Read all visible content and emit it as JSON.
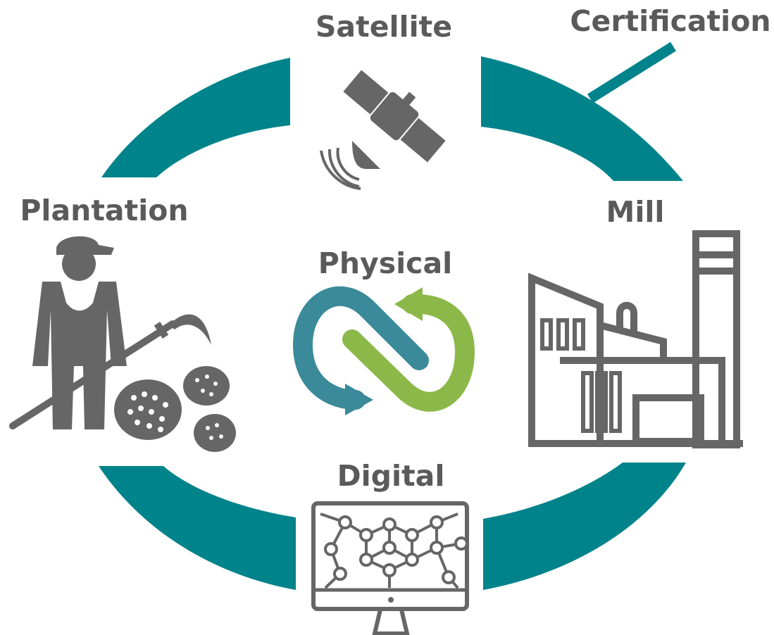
{
  "labels": {
    "satellite": "Satellite",
    "certification": "Certification",
    "plantation": "Plantation",
    "mill": "Mill",
    "physical": "Physical",
    "digital": "Digital"
  },
  "colors": {
    "ring": "#00838a",
    "icon_gray": "#666666",
    "label_gray": "#5a5a5a",
    "arrow_teal": "#3a8a99",
    "arrow_green": "#8cb84a"
  },
  "icons": [
    "satellite-icon",
    "farmer-icon",
    "factory-icon",
    "cycle-icon",
    "computer-network-icon"
  ]
}
